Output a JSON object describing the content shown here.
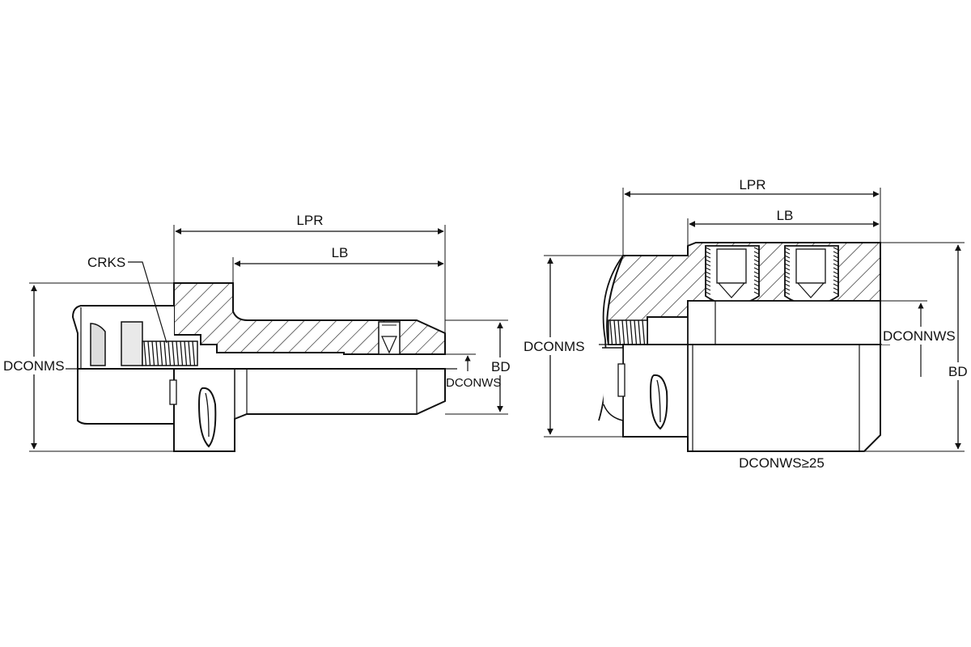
{
  "left_view": {
    "labels": {
      "lpr": "LPR",
      "lb": "LB",
      "crks": "CRKS",
      "dconms": "DCONMS",
      "bd": "BD",
      "dconws": "DCONWS"
    }
  },
  "right_view": {
    "labels": {
      "lpr": "LPR",
      "lb": "LB",
      "dconms": "DCONMS",
      "dconnws": "DCONNWS",
      "bd": "BD",
      "dconws_ge25": "DCONWS≥25"
    }
  }
}
